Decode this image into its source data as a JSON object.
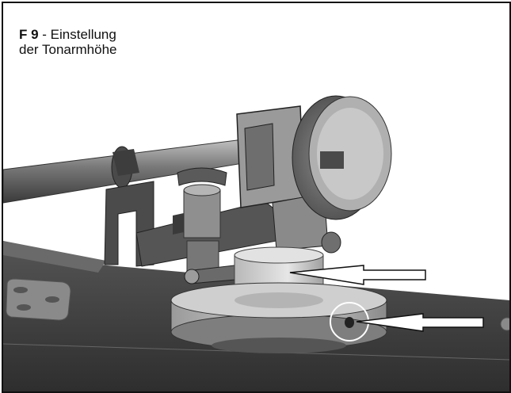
{
  "figure": {
    "id": "F 9",
    "separator": " - ",
    "title_line1": "Einstellung",
    "title_line2": "der Tonarmhöhe"
  },
  "colors": {
    "frame": "#111111",
    "plinth": "#3b3b3b",
    "arm_metal": "#6e6e6e",
    "base_light": "#bdbdbd",
    "arrow_fill": "#ffffff"
  },
  "icons": [
    "right-arrow-icon",
    "left-pointing-arrow-icon",
    "highlight-circle-icon"
  ]
}
